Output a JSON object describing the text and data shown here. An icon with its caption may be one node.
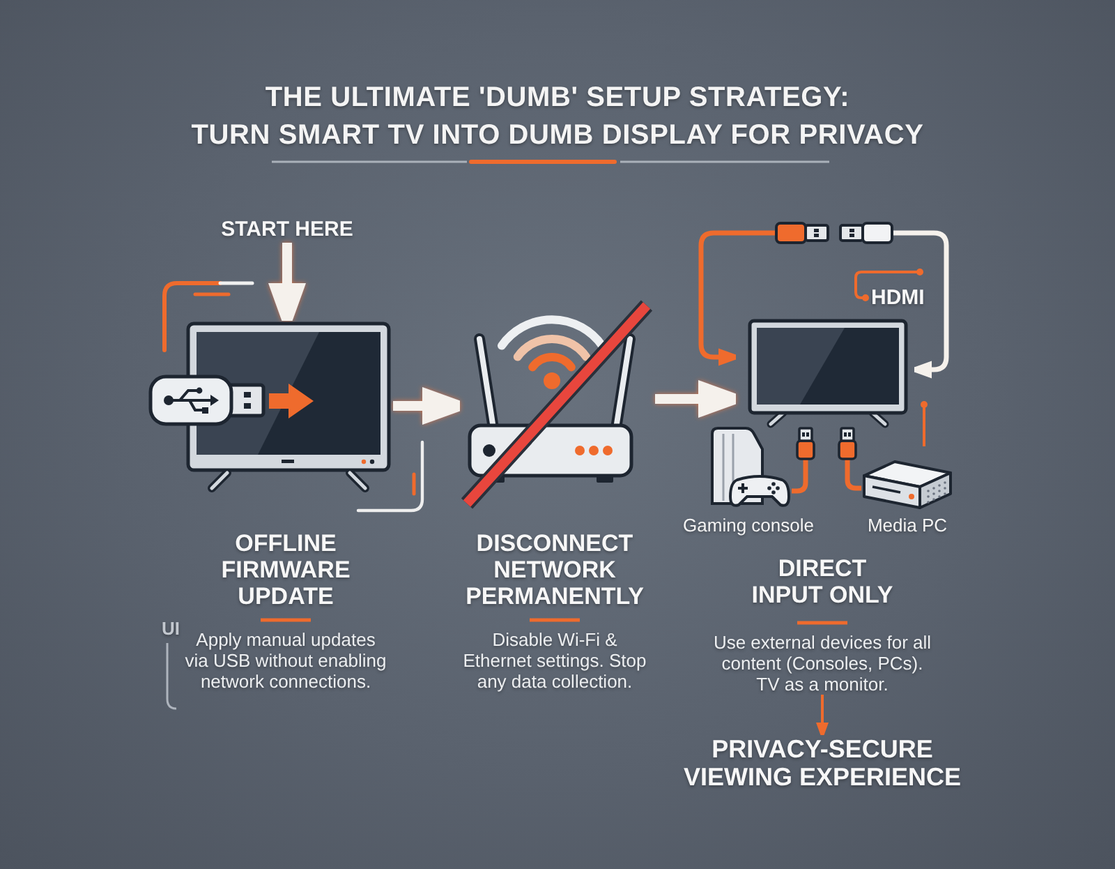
{
  "diagram": {
    "title": "THE ULTIMATE 'DUMB' SETUP STRATEGY: TURN SMART TV INTO DUMB DISPLAY FOR PRIVACY",
    "nodes": [
      {
        "text": [
          "START HERE"
        ]
      },
      {
        "text": [],
        "shape": "picture",
        "beside": [
          "OFFLINE FIRMWARE UPDATE",
          "Apply manual updates via USB without enabling network connections."
        ]
      },
      {
        "text": [],
        "shape": "picture",
        "beside": [
          "DISCONNECT NETWORK PERMANENTLY",
          "Disable Wi-Fi & Ethernet settings. Stop any data collection."
        ]
      },
      {
        "text": [
          "HDMI"
        ]
      },
      {
        "text": [],
        "shape": "picture"
      },
      {
        "text": [],
        "shape": "picture",
        "beside": [
          "Gaming console"
        ]
      },
      {
        "text": [],
        "shape": "picture",
        "beside": [
          "Media PC"
        ]
      },
      {
        "text": [
          "DIRECT INPUT ONLY",
          "Use external devices for all content (Consoles, PCs). TV as a monitor."
        ]
      },
      {
        "text": [
          "PRIVACY-SECURE VIEWING EXPERIENCE"
        ]
      }
    ],
    "edges": [
      {
        "from": 0,
        "to": 1,
        "arrow": "to",
        "style": "thick",
        "color": "#f5f1ec"
      },
      {
        "from": 1,
        "to": 2,
        "arrow": "to",
        "style": "thick",
        "color": "#f5f1ec"
      },
      {
        "from": 2,
        "to": 4,
        "arrow": "to",
        "style": "thick",
        "color": "#f5f1ec"
      },
      {
        "from": null,
        "to": 4,
        "arrow": "to"
      },
      {
        "from": null,
        "to": 4,
        "arrow": "to",
        "color": "#f5f1ec"
      },
      {
        "from": 3,
        "to": null,
        "arrow": "other"
      },
      {
        "from": 5,
        "to": 4,
        "arrow": "other"
      },
      {
        "from": 6,
        "to": 4,
        "arrow": "other"
      },
      {
        "from": 7,
        "to": 8,
        "arrow": "to"
      }
    ],
    "labels": [
      "UI"
    ]
  }
}
